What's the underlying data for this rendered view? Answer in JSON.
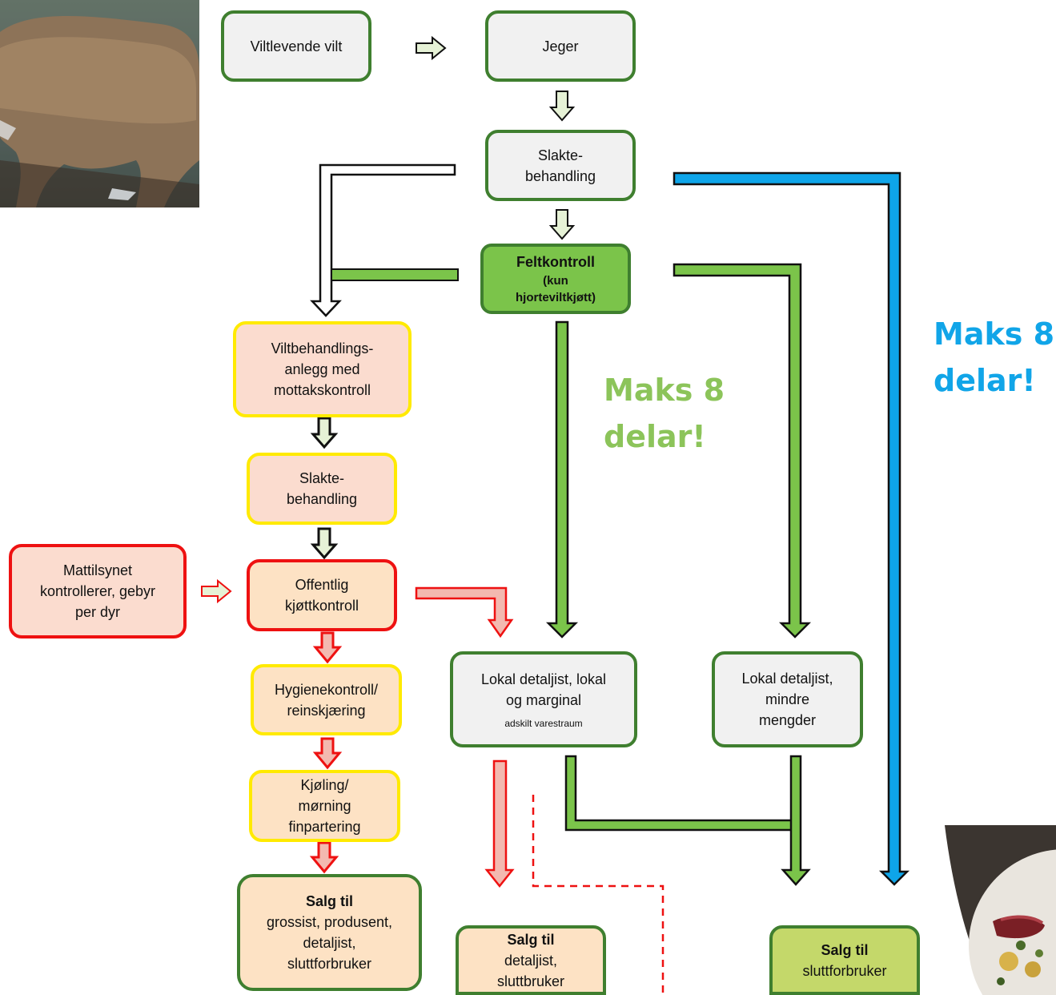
{
  "boxes": {
    "viltlevende": "Viltlevende vilt",
    "jeger": "Jeger",
    "slakte_top": "Slakte-\nbehandling",
    "feltkontroll_title": "Feltkontroll",
    "feltkontroll_sub": "(kun\nhjorteviltkjøtt)",
    "viltbehandling": "Viltbehandlings-\nanlegg med\nmottakskontroll",
    "slakte_mid": "Slakte-\nbehandling",
    "mattilsynet": "Mattilsynet\nkontrollerer, gebyr\nper dyr",
    "offentlig": "Offentlig\nkjøttkontroll",
    "hygiene": "Hygienekontroll/\nreinskjæring",
    "kjoling": "Kjøling/\nmørning\nfinpartering",
    "salg_left_title": "Salg til",
    "salg_left_body": "grossist, produsent,\ndetaljist,\nsluttforbruker",
    "lokal_left": "Lokal detaljist, lokal\nog marginal",
    "lokal_left_small": "adskilt varestraum",
    "lokal_right": "Lokal detaljist,\nmindre\nmengder",
    "salg_mid_title": "Salg til",
    "salg_mid_body": "detaljist,\nsluttbruker",
    "salg_right_title": "Salg til",
    "salg_right_body": "sluttforbruker"
  },
  "labels": {
    "maks_green": "Maks 8\ndelar!",
    "maks_blue": "Maks 8\ndelar!"
  },
  "colors": {
    "green_arrow": "#7bc44a",
    "blue_arrow": "#0ea5e9",
    "red_arrow": "#ee1111",
    "maks_green": "#8cc45a",
    "maks_blue": "#11a5e8"
  },
  "images": {
    "deer_photo": "deer-photo",
    "food_photo": "plated-venison-photo"
  }
}
